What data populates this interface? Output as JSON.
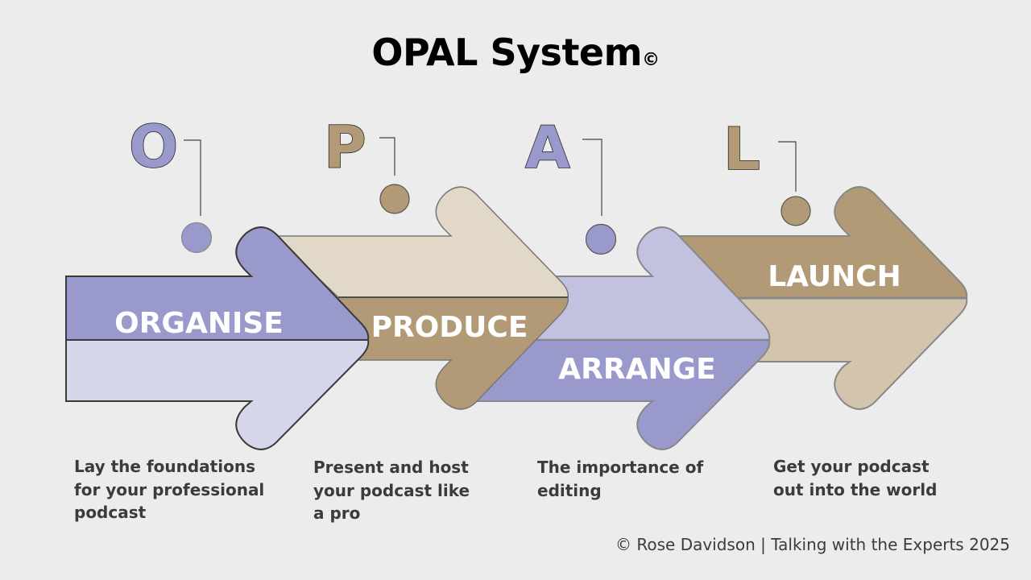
{
  "title": {
    "text": "OPAL System",
    "mark": "©"
  },
  "colors": {
    "background": "#ececec",
    "purple_dark": "#9a99cb",
    "purple_mid": "#c2c1e0",
    "purple_light": "#d6d6ea",
    "tan_dark": "#b29a76",
    "tan_mid": "#d3c4ad",
    "tan_light": "#e1d8c8",
    "outline": "#3a3a3a",
    "text_dark": "#3b3b3b"
  },
  "steps": [
    {
      "letter": "O",
      "label": "ORGANISE",
      "description": "Lay the foundations\nfor your professional\npodcast"
    },
    {
      "letter": "P",
      "label": "PRODUCE",
      "description": "Present and host\nyour podcast like\na pro"
    },
    {
      "letter": "A",
      "label": "ARRANGE",
      "description": "The importance of\nediting"
    },
    {
      "letter": "L",
      "label": "LAUNCH",
      "description": "Get your podcast\nout into the world"
    }
  ],
  "footer": "© Rose Davidson | Talking with the Experts 2025"
}
